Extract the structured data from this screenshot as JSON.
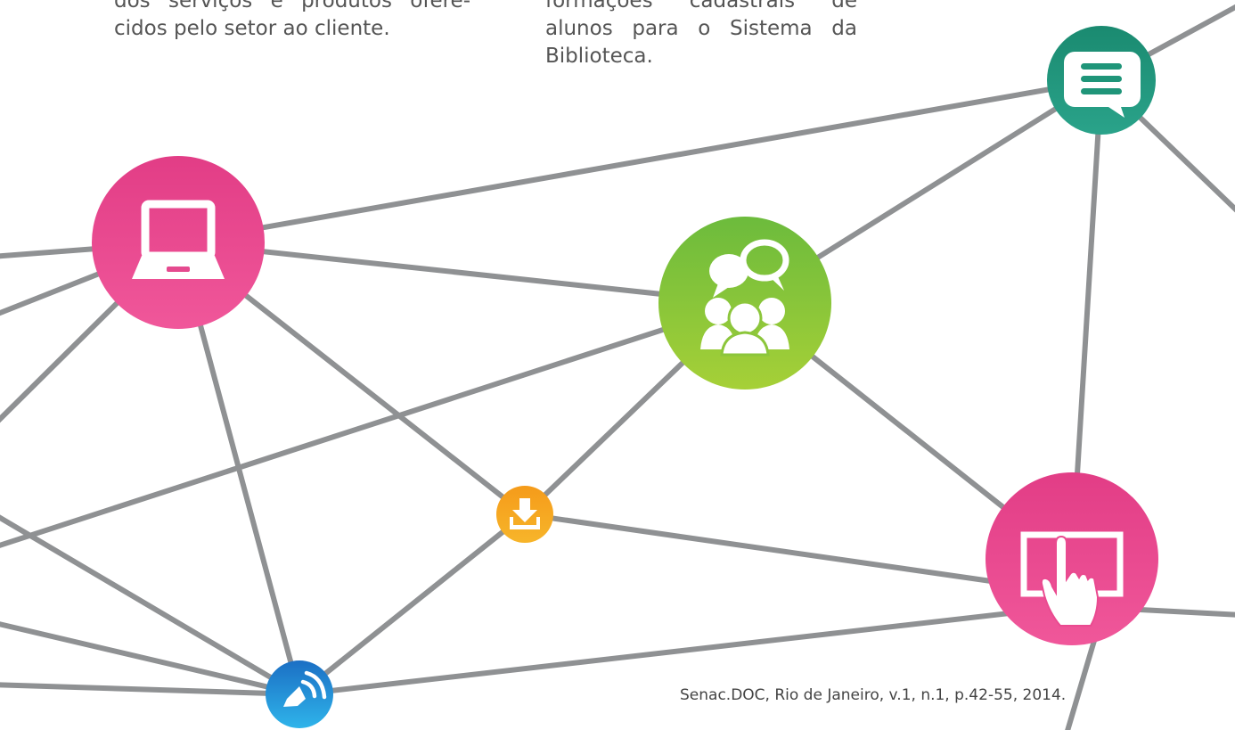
{
  "text_left": {
    "lines": [
      "dos serviços e produtos ofere-",
      "cidos pelo setor ao cliente."
    ]
  },
  "text_mid": {
    "lines": [
      "formações cadastrais de",
      "alunos para o Sistema da",
      "Biblioteca."
    ]
  },
  "citation": "Senac.DOC, Rio de Janeiro, v.1, n.1, p.42-55, 2014.",
  "network": {
    "line_color": "#8f9193",
    "icons": [
      {
        "name": "laptop-icon",
        "colors": [
          "#e23d86",
          "#f0579a"
        ]
      },
      {
        "name": "chat-bubble-icon",
        "colors": [
          "#1a8a70",
          "#2aa38a"
        ]
      },
      {
        "name": "group-chat-icon",
        "colors": [
          "#6cbb3c",
          "#9ccc34"
        ]
      },
      {
        "name": "download-icon",
        "colors": [
          "#f59b1a",
          "#f7b52a"
        ]
      },
      {
        "name": "touchscreen-icon",
        "colors": [
          "#e23d86",
          "#f0579a"
        ]
      },
      {
        "name": "speaker-icon",
        "colors": [
          "#1b6fc4",
          "#2fb4ea"
        ]
      }
    ]
  }
}
